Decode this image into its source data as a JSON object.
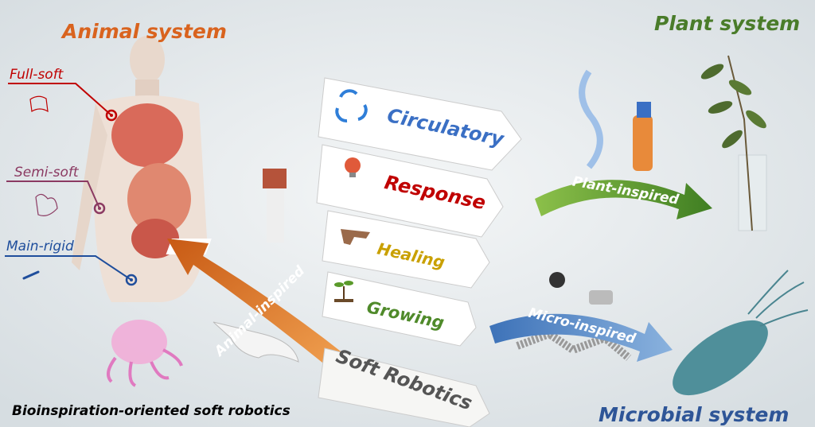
{
  "titles": {
    "animal": "Animal system",
    "plant": "Plant system",
    "microbial": "Microbial system",
    "caption": "Bioinspiration-oriented soft robotics"
  },
  "animal_labels": [
    "Full-soft",
    "Semi-soft",
    "Main-rigid"
  ],
  "cards": [
    {
      "label": "Circulatory",
      "color": "#3a6fc4"
    },
    {
      "label": "Response",
      "color": "#c00000"
    },
    {
      "label": "Healing",
      "color": "#c9a000"
    },
    {
      "label": "Growing",
      "color": "#4f8a2a"
    },
    {
      "label": "Soft Robotics",
      "color": "#555555"
    }
  ],
  "arrows": {
    "animal": "Animal-inspired",
    "plant": "Plant-inspired",
    "micro": "Micro-inspired"
  },
  "colors": {
    "animal": "#d9631e",
    "plant": "#4a7c2a",
    "microbial": "#2e5597",
    "full_soft": "#c00000",
    "semi_soft": "#8b3a62",
    "main_rigid": "#1f4e9c"
  }
}
